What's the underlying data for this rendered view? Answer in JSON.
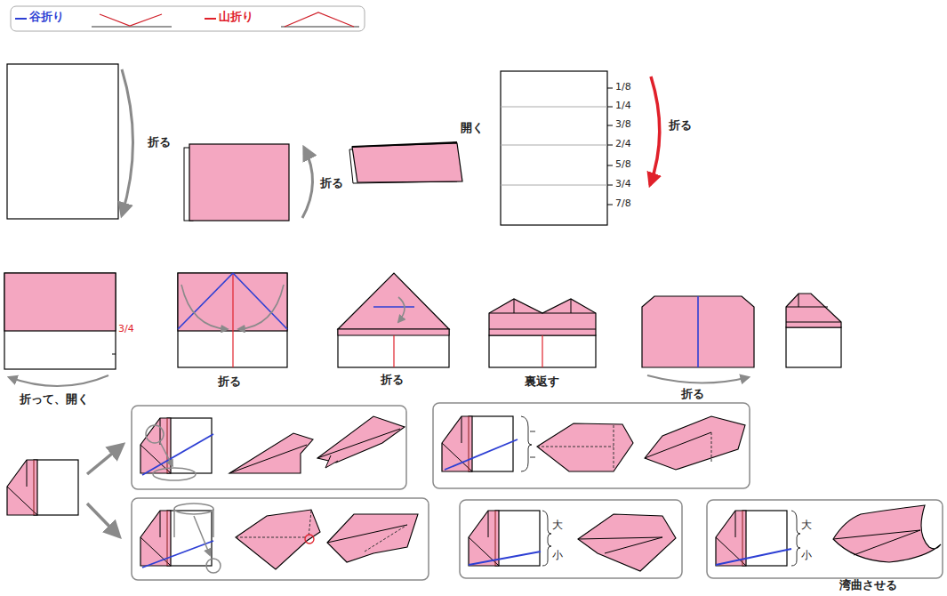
{
  "diagram": {
    "labels": [
      "折る",
      "折る",
      "開く",
      "1/8",
      "1/4",
      "3/8",
      "2/4",
      "5/8",
      "3/4",
      "7/8",
      "折る",
      "3/4",
      "折って、開く",
      "折る",
      "折る",
      "裏返す",
      "折る",
      "大",
      "小",
      "大",
      "小",
      "湾曲させる"
    ],
    "legend": [
      {
        "text": "谷折り"
      },
      {
        "text": "山折り"
      }
    ]
  }
}
